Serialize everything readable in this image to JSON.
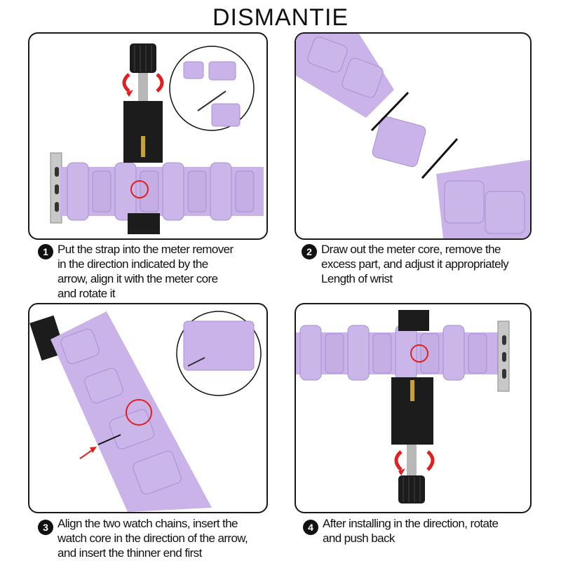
{
  "title": "DISMANTIE",
  "steps": [
    {
      "number": "1",
      "lines": [
        "Put the strap into the meter remover",
        "in the direction indicated by the",
        "arrow, align it with the meter core",
        "and rotate it"
      ]
    },
    {
      "number": "2",
      "lines": [
        "Draw out the meter core, remove the",
        "excess part, and adjust it appropriately",
        "Length of wrist"
      ]
    },
    {
      "number": "3",
      "lines": [
        "Align the two watch chains, insert the",
        "watch core in the direction of the arrow,",
        "and insert the thinner end first"
      ]
    },
    {
      "number": "4",
      "lines": [
        "After installing in the direction, rotate",
        "and push back"
      ]
    }
  ],
  "colors": {
    "strap": "#c9b3e8",
    "strap_shadow": "#a98fd0",
    "tool": "#1c1c1c",
    "marker": "#e02020",
    "metal": "#b8b8b8"
  },
  "icons": [
    "meter-remover-tool-icon",
    "watch-strap-icon",
    "pin-icon",
    "rotate-arrow-icon",
    "insert-arrow-icon",
    "highlight-circle-icon"
  ]
}
